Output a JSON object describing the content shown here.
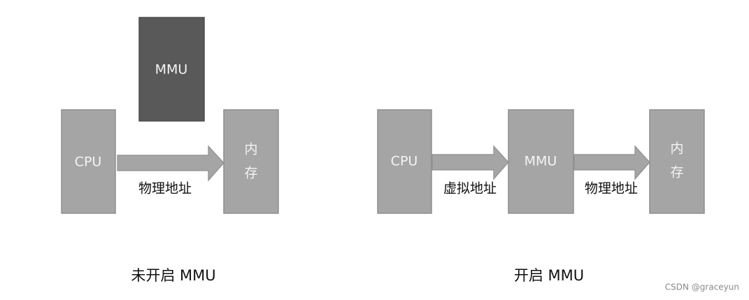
{
  "left_diagram": {
    "cpu": "CPU",
    "mmu": "MMU",
    "memory_line1": "内",
    "memory_line2": "存",
    "arrow_label": "物理地址",
    "caption": "未开启 MMU"
  },
  "right_diagram": {
    "cpu": "CPU",
    "mmu": "MMU",
    "memory_line1": "内",
    "memory_line2": "存",
    "arrow1_label": "虚拟地址",
    "arrow2_label": "物理地址",
    "caption": "开启 MMU"
  },
  "watermark": "CSDN @graceyun",
  "colors": {
    "box": "#a5a5a5",
    "box_dark": "#595959"
  }
}
